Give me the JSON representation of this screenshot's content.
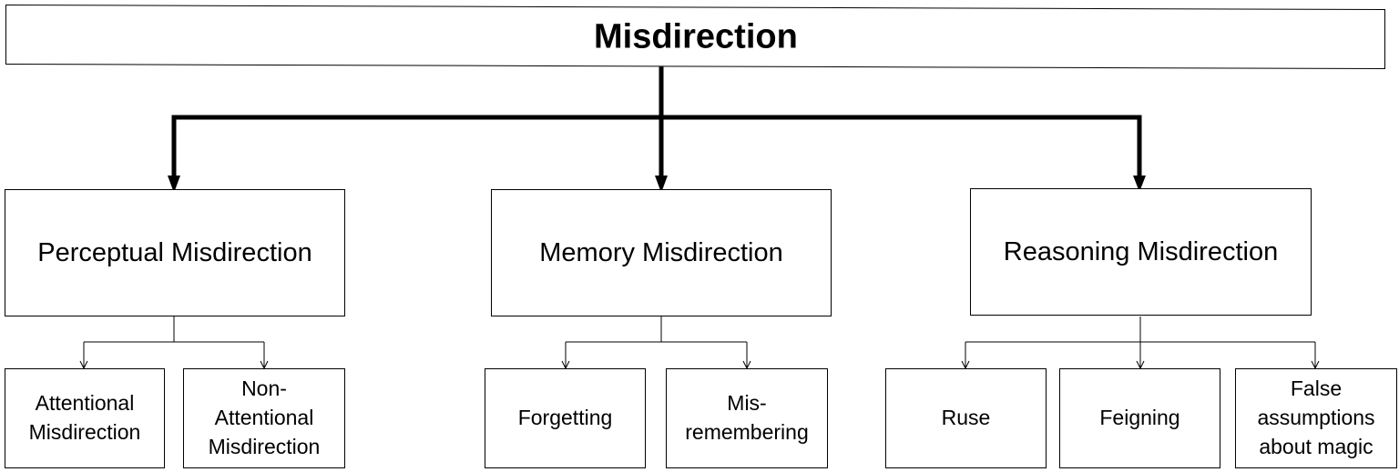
{
  "diagram": {
    "root": {
      "label": "Misdirection"
    },
    "categories": [
      {
        "label": "Perceptual Misdirection",
        "children": [
          {
            "label": "Attentional\nMisdirection"
          },
          {
            "label": "Non-\nAttentional\nMisdirection"
          }
        ]
      },
      {
        "label": "Memory Misdirection",
        "children": [
          {
            "label": "Forgetting"
          },
          {
            "label": "Mis-\nremembering"
          }
        ]
      },
      {
        "label": "Reasoning Misdirection",
        "children": [
          {
            "label": "Ruse"
          },
          {
            "label": "Feigning"
          },
          {
            "label": "False\nassumptions\nabout magic"
          }
        ]
      }
    ]
  },
  "colors": {
    "line": "#000000",
    "box_border": "#000000",
    "background": "#ffffff"
  }
}
